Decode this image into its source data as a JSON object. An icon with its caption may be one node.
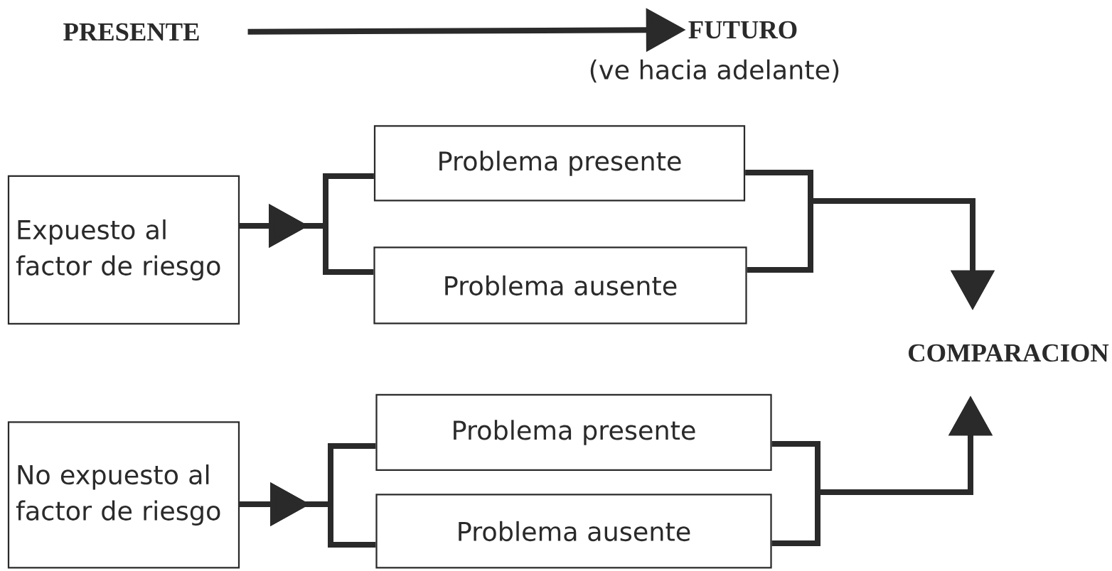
{
  "diagram": {
    "nodes": [
      {
        "text": [
          "PRESENTE"
        ]
      },
      {
        "text": [
          "FUTURO"
        ],
        "beside": [
          "(ve hacia adelante)"
        ]
      },
      {
        "text": [
          "Expuesto al factor de riesgo"
        ]
      },
      {
        "text": [
          "Problema presente"
        ]
      },
      {
        "text": [
          "Problema ausente"
        ]
      },
      {
        "text": [
          "COMPARACION"
        ]
      },
      {
        "text": [
          "No expuesto al factor de riesgo"
        ]
      },
      {
        "text": [
          "Problema presente"
        ]
      },
      {
        "text": [
          "Problema ausente"
        ]
      }
    ],
    "edges": [
      {
        "from": 0,
        "to": 1,
        "arrow": "to"
      },
      {
        "from": 2,
        "to": 3,
        "arrow": "to"
      },
      {
        "from": 2,
        "to": 4,
        "arrow": "to"
      },
      {
        "from": 3,
        "to": 5,
        "arrow": "to"
      },
      {
        "from": 4,
        "to": 5,
        "arrow": "to"
      },
      {
        "from": 6,
        "to": 7,
        "arrow": "to"
      },
      {
        "from": 6,
        "to": 8,
        "arrow": "to"
      },
      {
        "from": 7,
        "to": 5,
        "arrow": "to"
      },
      {
        "from": 8,
        "to": 5,
        "arrow": "to"
      }
    ]
  }
}
